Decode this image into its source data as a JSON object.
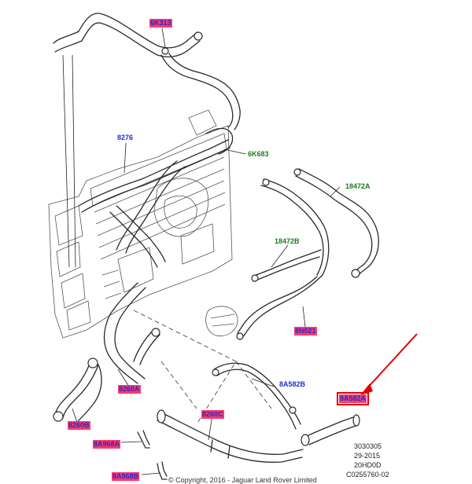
{
  "labels": {
    "l_6k313": "6K313",
    "l_8276": "8276",
    "l_6k683": "6K683",
    "l_18472a": "18472A",
    "l_18472b": "18472B",
    "l_8n021": "8N021",
    "l_8a582b": "8A582B",
    "l_8a582a": "8A582A",
    "l_8260a": "8260A",
    "l_8260b": "8260B",
    "l_8260c": "8260C",
    "l_8a968a": "8A968A",
    "l_8a968b": "8A968B"
  },
  "colors": {
    "blue_label": "#1d2bd6",
    "green_label": "#1b7a1b",
    "highlight": "#ff3a6a",
    "arrow": "#e00000"
  },
  "footer": {
    "line1": "3030305",
    "line2": "29-2015",
    "line3": "20HD0D",
    "line4": "C0255760-02"
  },
  "copyright": "© Copyright, 2016 - Jaguar Land Rover Limited"
}
